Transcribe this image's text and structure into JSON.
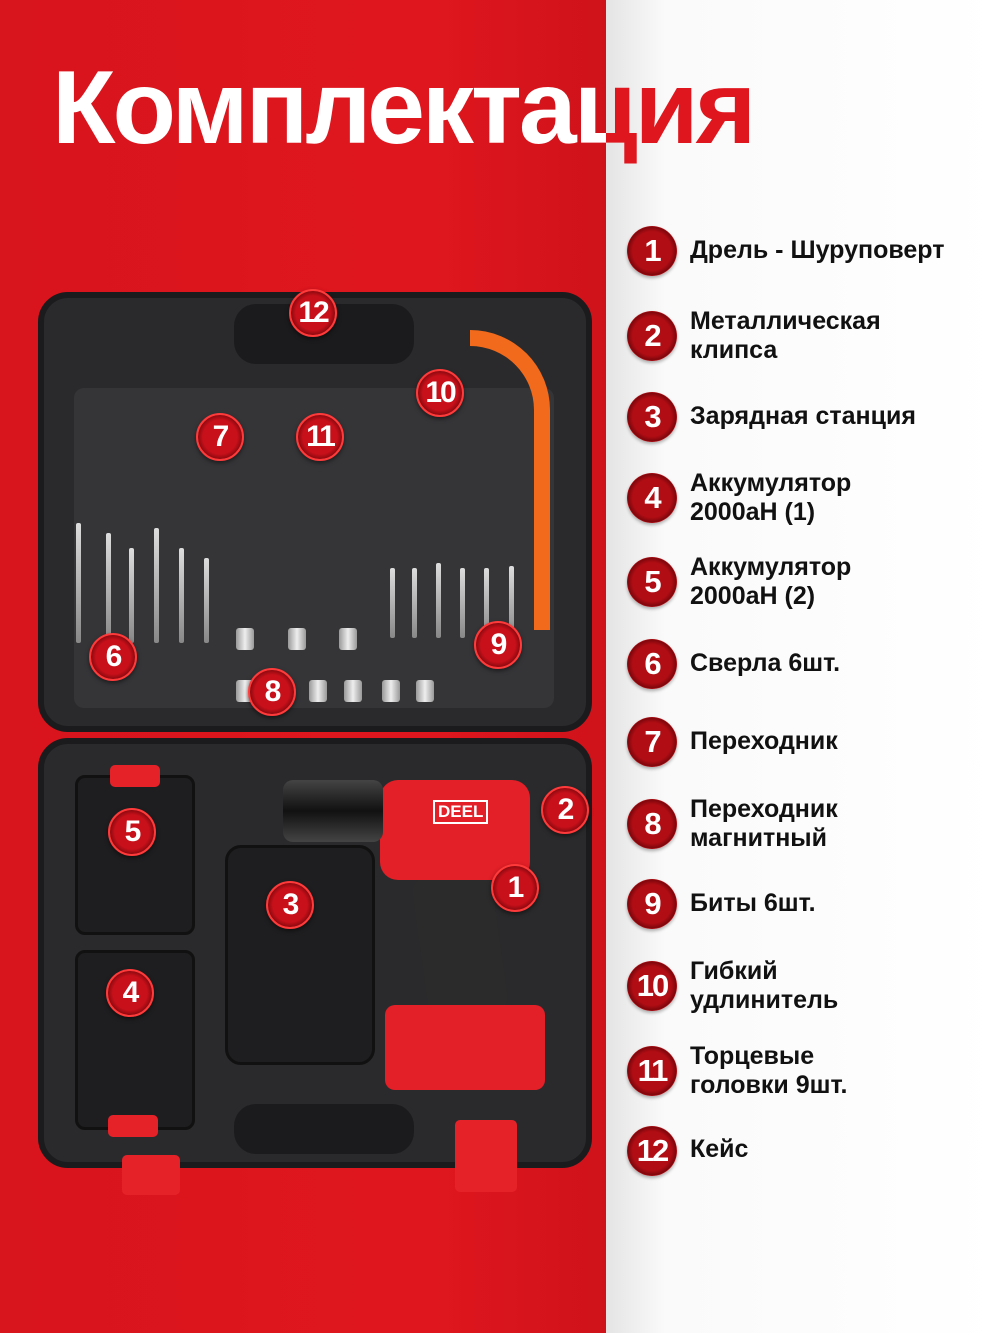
{
  "title": "Комплектация",
  "brand_logo": "DEEL",
  "colors": {
    "accent_red": "#e0161e",
    "marker_red": "#b10d14",
    "case": "#2a2a2c",
    "flex_orange": "#f26a1b"
  },
  "image_markers": [
    "1",
    "2",
    "3",
    "4",
    "5",
    "6",
    "7",
    "8",
    "9",
    "10",
    "11",
    "12"
  ],
  "legend": [
    {
      "num": "1",
      "lines": [
        "Дрель - Шуруповерт"
      ]
    },
    {
      "num": "2",
      "lines": [
        "Металлическая",
        "клипса"
      ]
    },
    {
      "num": "3",
      "lines": [
        "Зарядная станция"
      ]
    },
    {
      "num": "4",
      "lines": [
        "Аккумулятор",
        "2000аН (1)"
      ]
    },
    {
      "num": "5",
      "lines": [
        "Аккумулятор",
        "2000аН (2)"
      ]
    },
    {
      "num": "6",
      "lines": [
        "Сверла 6шт."
      ]
    },
    {
      "num": "7",
      "lines": [
        "Переходник"
      ]
    },
    {
      "num": "8",
      "lines": [
        "Переходник",
        "магнитный"
      ]
    },
    {
      "num": "9",
      "lines": [
        "Биты 6шт."
      ]
    },
    {
      "num": "10",
      "lines": [
        "Гибкий",
        "удлинитель"
      ]
    },
    {
      "num": "11",
      "lines": [
        "Торцевые",
        "головки 9шт."
      ]
    },
    {
      "num": "12",
      "lines": [
        "Кейс"
      ]
    }
  ]
}
